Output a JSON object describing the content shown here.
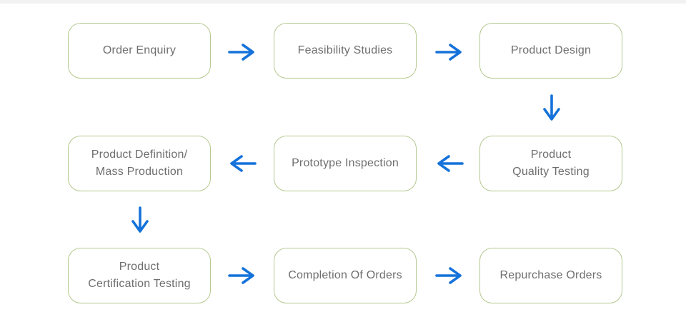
{
  "flowchart": {
    "colors": {
      "node_border": "#b4c88f",
      "node_fill": "#ffffff",
      "node_text": "#6e6e6e",
      "arrow": "#1572da",
      "top_strip": "#f2f2f2",
      "background": "#ffffff"
    },
    "nodes": [
      {
        "id": "order-enquiry",
        "label": "Order Enquiry"
      },
      {
        "id": "feasibility-studies",
        "label": "Feasibility Studies"
      },
      {
        "id": "product-design",
        "label": "Product Design"
      },
      {
        "id": "product-quality-testing",
        "label": "Product\nQuality Testing"
      },
      {
        "id": "prototype-inspection",
        "label": "Prototype Inspection"
      },
      {
        "id": "product-definition-mass-production",
        "label": "Product Definition/\nMass Production"
      },
      {
        "id": "product-certification-testing",
        "label": "Product\nCertification Testing"
      },
      {
        "id": "completion-of-orders",
        "label": "Completion Of Orders"
      },
      {
        "id": "repurchase-orders",
        "label": "Repurchase Orders"
      }
    ],
    "connections": [
      {
        "from": "Order Enquiry",
        "to": "Feasibility Studies",
        "direction": "right"
      },
      {
        "from": "Feasibility Studies",
        "to": "Product Design",
        "direction": "right"
      },
      {
        "from": "Product Design",
        "to": "Product Quality Testing",
        "direction": "down"
      },
      {
        "from": "Product Quality Testing",
        "to": "Prototype Inspection",
        "direction": "left"
      },
      {
        "from": "Prototype Inspection",
        "to": "Product Definition/ Mass Production",
        "direction": "left"
      },
      {
        "from": "Product Definition/ Mass Production",
        "to": "Product Certification Testing",
        "direction": "down"
      },
      {
        "from": "Product Certification Testing",
        "to": "Completion Of Orders",
        "direction": "right"
      },
      {
        "from": "Completion Of Orders",
        "to": "Repurchase Orders",
        "direction": "right"
      }
    ]
  }
}
